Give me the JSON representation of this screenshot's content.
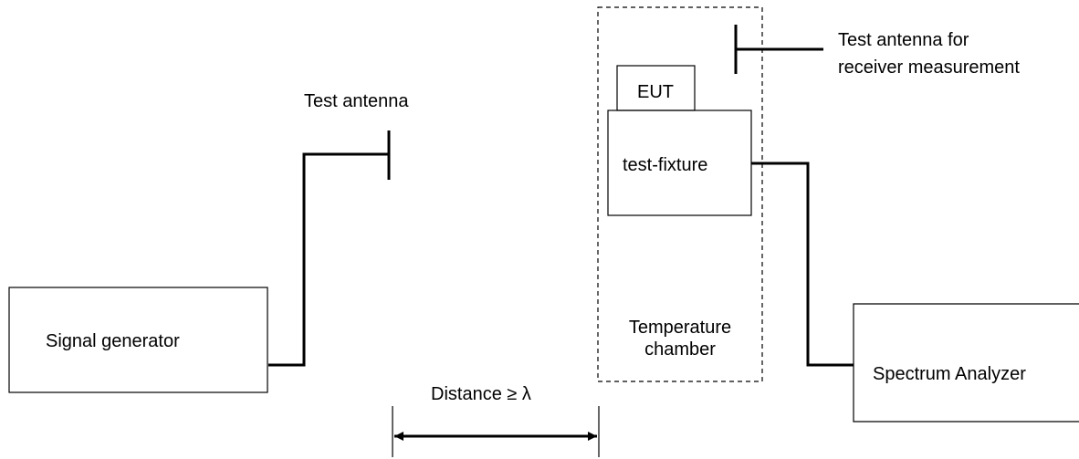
{
  "labels": {
    "test_antenna": "Test antenna",
    "test_antenna_receiver_line1": "Test antenna for",
    "test_antenna_receiver_line2": "receiver measurement",
    "eut": "EUT",
    "test_fixture": "test-fixture",
    "temperature_chamber_line1": "Temperature",
    "temperature_chamber_line2": "chamber",
    "signal_generator": "Signal generator",
    "spectrum_analyzer": "Spectrum Analyzer",
    "distance": "Distance ≥ λ"
  }
}
